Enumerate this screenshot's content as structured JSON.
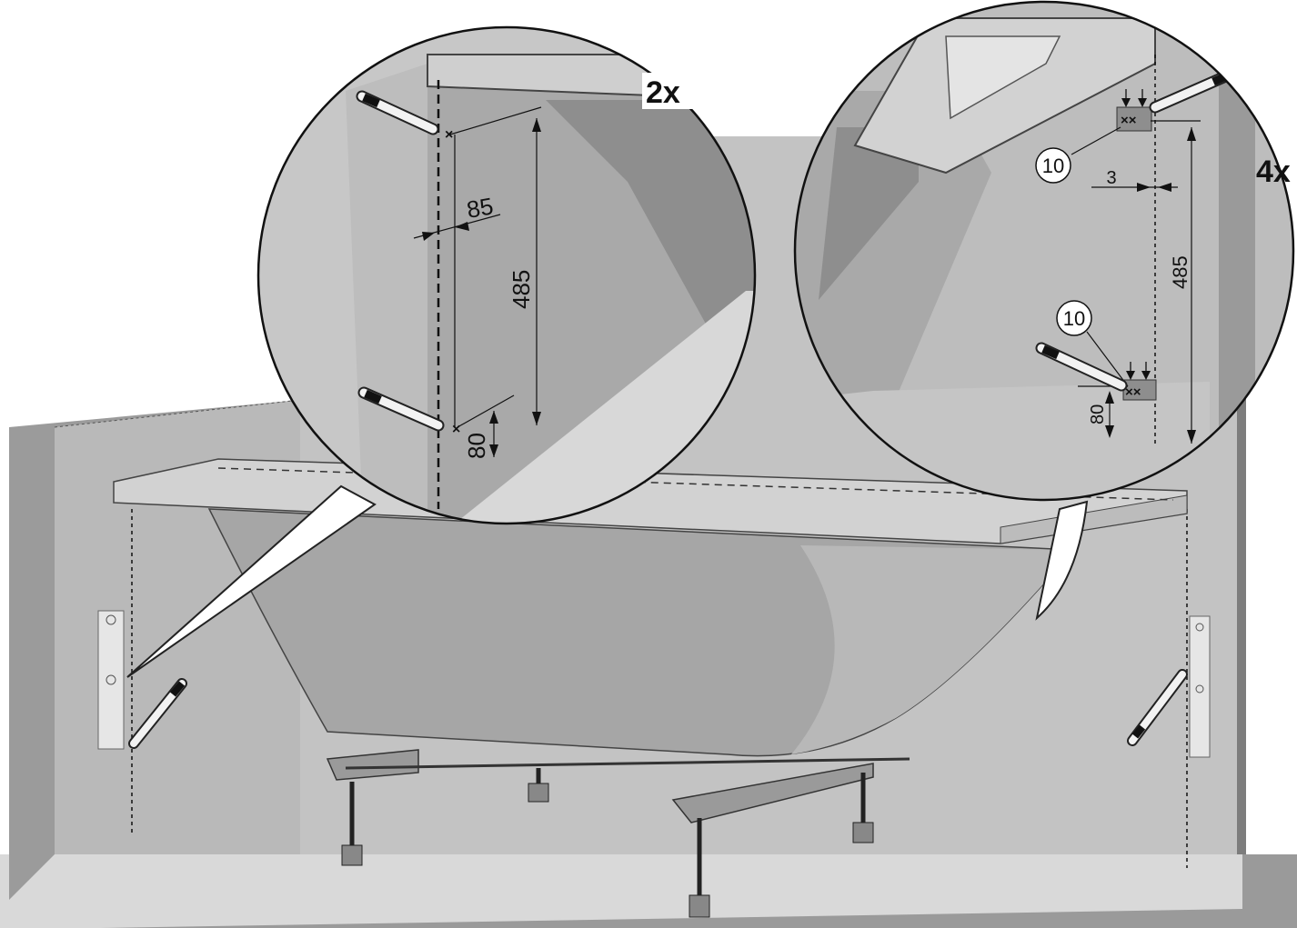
{
  "labels": {
    "left_count": "2x",
    "right_count": "4x"
  },
  "left_detail": {
    "dim_offset": "85",
    "dim_vertical": "485",
    "dim_bottom": "80"
  },
  "right_detail": {
    "part_top": "10",
    "part_bottom": "10",
    "dim_gap": "3",
    "dim_vertical": "485",
    "dim_bottom": "80"
  },
  "colors": {
    "wall": "#bdbdbd",
    "wall_dark": "#8f8f8f",
    "floor": "#d6d6d6",
    "tub": "#a9a9a9",
    "rim": "#cfcfcf",
    "line": "#111111"
  }
}
